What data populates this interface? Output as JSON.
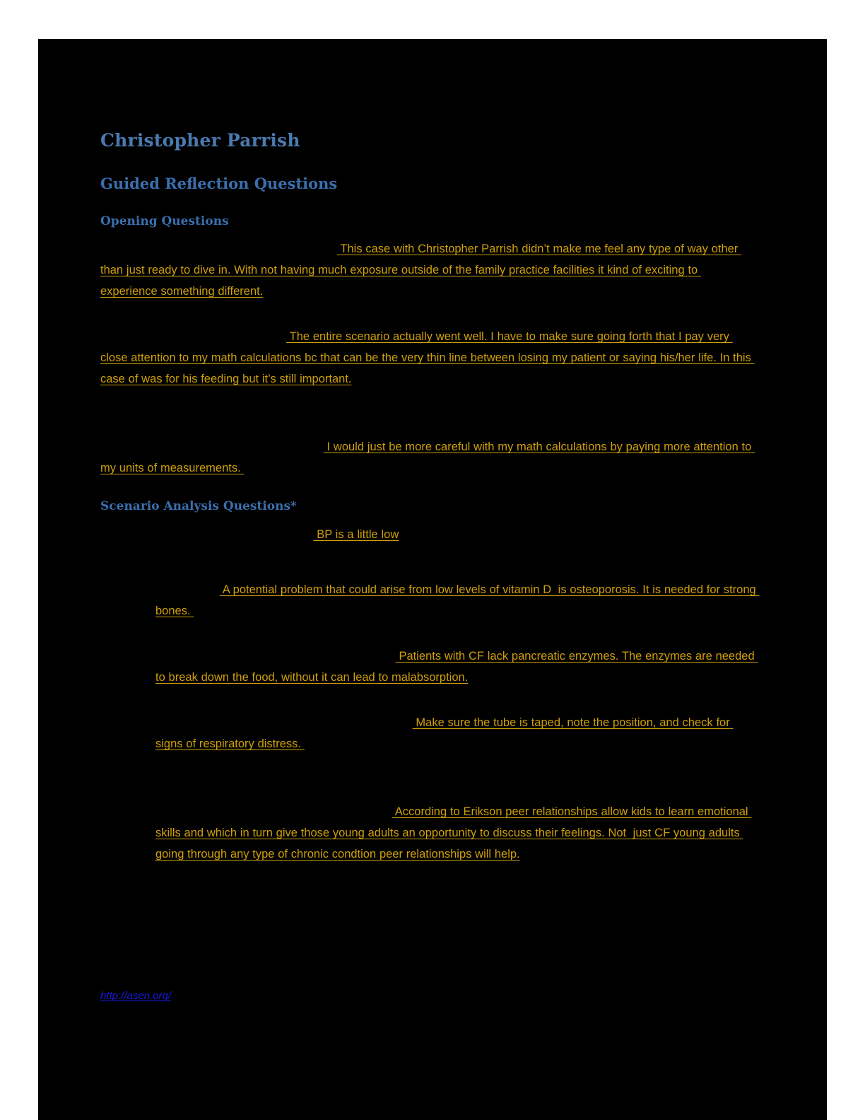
{
  "document": {
    "author_name": "Christopher Parrish",
    "title": "Guided Reflection Questions",
    "sections": [
      {
        "heading": "Opening Questions",
        "answers": [
          {
            "id": "opening-1",
            "lead_space": "                                                                      ",
            "text": " This case with Christopher Parrish didn’t make me feel any type of way other than just ready to dive in. With not having much exposure outside of the family practice facilities it kind of exciting to experience something different."
          },
          {
            "id": "opening-2",
            "lead_space": "                                                       ",
            "text": " The entire scenario actually went well. I have to make sure going forth that I pay very close attention to my math calculations bc that can be the very thin line between losing my patient or saying his/her life. In this case of was for his feeding but it’s still important."
          },
          {
            "id": "opening-3",
            "lead_space": "                                                                  ",
            "text": " I would just be more careful with my math calculations by paying more attention to my units of measurements. "
          }
        ]
      },
      {
        "heading": "Scenario Analysis Questions*",
        "answers": [
          {
            "id": "scenario-1",
            "lead_space": "                                                               ",
            "text": " BP is a little low"
          },
          {
            "id": "scenario-2",
            "lead_space": "                   ",
            "text": " A potential problem that could arise from low levels of vitamin D  is osteoporosis. It is needed for strong bones. "
          },
          {
            "id": "scenario-3",
            "lead_space": "                                                                       ",
            "text": " Patients with CF lack pancreatic enzymes. The enzymes are needed to break down the food, without it can lead to malabsorption."
          },
          {
            "id": "scenario-4",
            "lead_space": "                                                                            ",
            "text": " Make sure the tube is taped, note the position, and check for signs of respiratory distress. "
          },
          {
            "id": "scenario-5",
            "lead_space": "                                                                      ",
            "text": " According to Erikson peer relationships allow kids to learn emotional skills and which in turn give those young adults an opportunity to discuss their feelings. Not  just CF young adults going through any type of chronic condtion peer relationships will help."
          }
        ]
      }
    ],
    "footer_link": {
      "label": "http://asen.org/"
    }
  },
  "colors": {
    "page_background": "#000000",
    "canvas_background": "#ffffff",
    "heading_blue": "#3A6FAE",
    "title_blue": "#4A7AB0",
    "answer_gold": "#CFA009",
    "link_blue": "#1A18E0"
  }
}
